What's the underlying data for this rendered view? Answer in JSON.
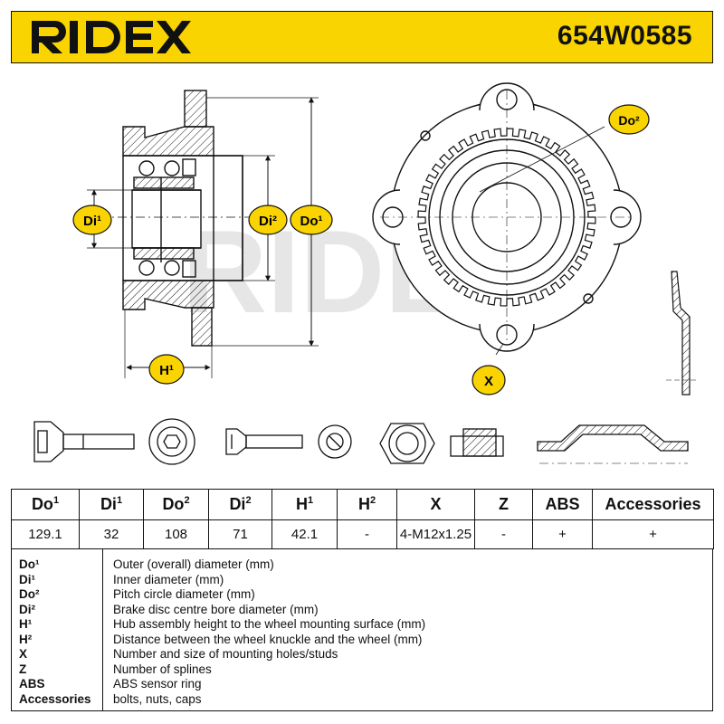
{
  "header": {
    "brand": "RIDEX",
    "part_number": "654W0585"
  },
  "drawing": {
    "label_do1": "Do¹",
    "label_di1": "Di¹",
    "label_di2": "Di²",
    "label_h1": "H¹",
    "label_do2": "Do²",
    "label_x": "X",
    "watermark": "RIDEX"
  },
  "spec_table": {
    "headers": [
      {
        "base": "Do",
        "sup": "1"
      },
      {
        "base": "Di",
        "sup": "1"
      },
      {
        "base": "Do",
        "sup": "2"
      },
      {
        "base": "Di",
        "sup": "2"
      },
      {
        "base": "H",
        "sup": "1"
      },
      {
        "base": "H",
        "sup": "2"
      },
      {
        "base": "X",
        "sup": ""
      },
      {
        "base": "Z",
        "sup": ""
      },
      {
        "base": "ABS",
        "sup": ""
      },
      {
        "base": "Accessories",
        "sup": ""
      }
    ],
    "values": [
      "129.1",
      "32",
      "108",
      "71",
      "42.1",
      "-",
      "4-M12x1.25",
      "-",
      "+",
      "+"
    ]
  },
  "legend": [
    {
      "term": "Do¹",
      "desc": "Outer (overall) diameter (mm)"
    },
    {
      "term": "Di¹",
      "desc": "Inner diameter (mm)"
    },
    {
      "term": "Do²",
      "desc": "Pitch circle diameter (mm)"
    },
    {
      "term": "Di²",
      "desc": "Brake disc centre bore diameter (mm)"
    },
    {
      "term": "H¹",
      "desc": "Hub assembly height to the wheel mounting surface (mm)"
    },
    {
      "term": "H²",
      "desc": "Distance between the wheel knuckle and the wheel (mm)"
    },
    {
      "term": "X",
      "desc": "Number and size of mounting holes/studs"
    },
    {
      "term": "Z",
      "desc": "Number of splines"
    },
    {
      "term": "ABS",
      "desc": "ABS sensor ring"
    },
    {
      "term": "Accessories",
      "desc": "bolts, nuts, caps"
    }
  ],
  "colors": {
    "brand_yellow": "#fad400",
    "ink": "#111111",
    "watermark": "#e6e6e6"
  }
}
